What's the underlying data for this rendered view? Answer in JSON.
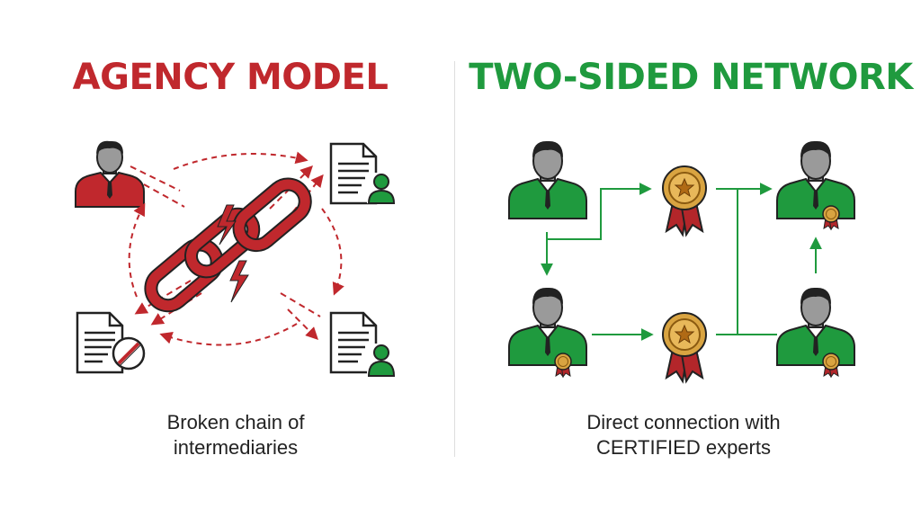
{
  "colors": {
    "red": "#c0282d",
    "green": "#1f9a3e",
    "skin": "#9a9a9a",
    "dark": "#222222",
    "gold": "#d9a441",
    "ribbon": "#b3262a"
  },
  "left_panel": {
    "title": "AGENCY MODEL",
    "caption_line1": "Broken chain of",
    "caption_line2": "intermediaries"
  },
  "right_panel": {
    "title": "TWO-SIDED NETWORK",
    "caption_line1": "Direct connection with",
    "caption_line2": "CERTIFIED experts"
  },
  "icons": [
    "person-icon",
    "document-icon",
    "user-badge-icon",
    "no-entry-icon",
    "broken-chain-icon",
    "lightning-icon",
    "award-medal-icon",
    "arrow-icon"
  ]
}
